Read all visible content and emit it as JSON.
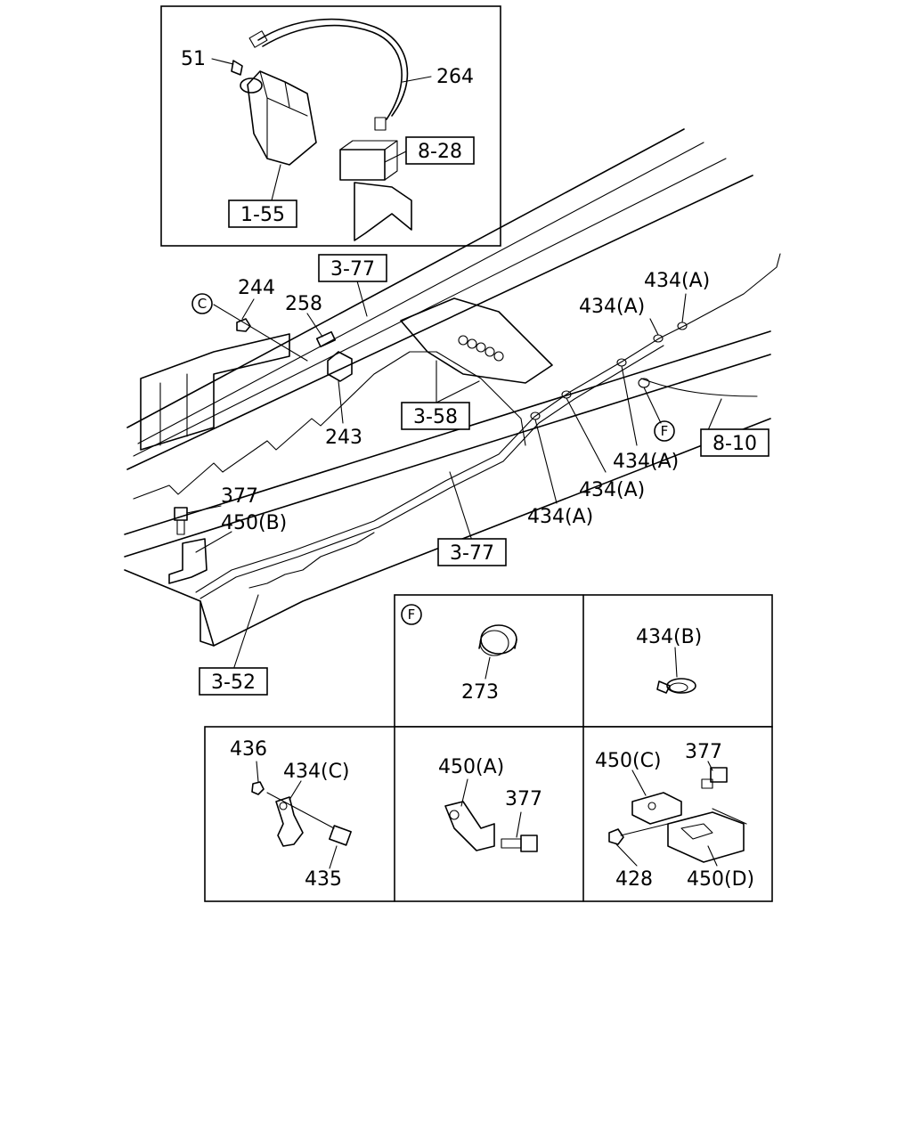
{
  "labels": {
    "p51": "51",
    "p264": "264",
    "p244": "244",
    "p258": "258",
    "p243": "243",
    "p377_a": "377",
    "p450b": "450(B)",
    "p434a_1": "434(A)",
    "p434a_2": "434(A)",
    "p434a_3": "434(A)",
    "p434a_4": "434(A)",
    "p434a_5": "434(A)",
    "p273": "273",
    "p434b": "434(B)",
    "p436": "436",
    "p434c": "434(C)",
    "p435": "435",
    "p450a": "450(A)",
    "p377_b": "377",
    "p450c": "450(C)",
    "p377_c": "377",
    "p428": "428",
    "p450d": "450(D)"
  },
  "refs": {
    "r1_55": "1-55",
    "r8_28": "8-28",
    "r3_77_top": "3-77",
    "r3_58": "3-58",
    "r8_10": "8-10",
    "r3_77_bottom": "3-77",
    "r3_52": "3-52"
  },
  "callouts": {
    "c": "C",
    "f_main": "F",
    "f_panel": "F"
  }
}
